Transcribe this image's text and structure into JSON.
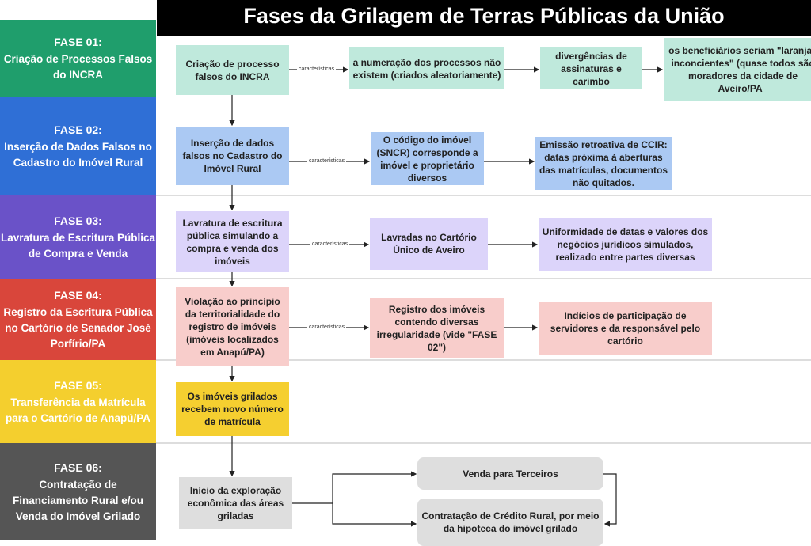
{
  "title": "Fases da Grilagem de Terras Públicas da União",
  "edge_label": "características",
  "phases": [
    {
      "num": "FASE 01:",
      "text": "Criação de Processos Falsos do INCRA",
      "color": "#1f9e6c"
    },
    {
      "num": "FASE 02:",
      "text": "Inserção de Dados Falsos no Cadastro do Imóvel Rural",
      "color": "#2f6fd6"
    },
    {
      "num": "FASE 03:",
      "text": "Lavratura de Escritura Pública de Compra e Venda",
      "color": "#6a52c8"
    },
    {
      "num": "FASE 04:",
      "text": "Registro da Escritura Pública no Cartório de Senador José Porfírio/PA",
      "color": "#d9463b"
    },
    {
      "num": "FASE 05:",
      "text": "Transferência da Matrícula para o Cartório de Anapú/PA",
      "color": "#f4cf2e"
    },
    {
      "num": "FASE 06:",
      "text": "Contratação de Financiamento Rural e/ou Venda do Imóvel Grilado",
      "color": "#555555"
    }
  ],
  "boxes": {
    "r1": [
      "Criação de processo falsos do INCRA",
      "a numeração dos processos não existem (criados aleatoriamente)",
      "divergências de assinaturas e carimbo",
      "os beneficiários seriam \"laranjas inconcientes\" (quase todos são moradores da cidade de Aveiro/PA_"
    ],
    "r2": [
      "Inserção de dados falsos no Cadastro do Imóvel Rural",
      "O código do imóvel (SNCR) corresponde a imóvel e proprietário diversos",
      "Emissão retroativa de CCIR: datas próxima à aberturas das matrículas, documentos não quitados."
    ],
    "r3": [
      "Lavratura de escritura pública simulando a compra e venda dos imóveis",
      "Lavradas no Cartório Único de Aveiro",
      "Uniformidade de datas e valores dos negócios jurídicos simulados, realizado entre partes diversas"
    ],
    "r4": [
      "Violação ao princípio da territorialidade do registro de imóveis (imóveis localizados em Anapú/PA)",
      "Registro dos imóveis contendo diversas irregularidade (vide \"FASE 02\")",
      "Indícios de participação de servidores e da responsável pelo cartório"
    ],
    "r5": [
      "Os imóveis grilados recebem novo número de matrícula"
    ],
    "r6": [
      "Início da exploração econômica das áreas griladas",
      "Venda para Terceiros",
      "Contratação de Crédito Rural, por meio da hipoteca do imóvel grilado"
    ]
  }
}
